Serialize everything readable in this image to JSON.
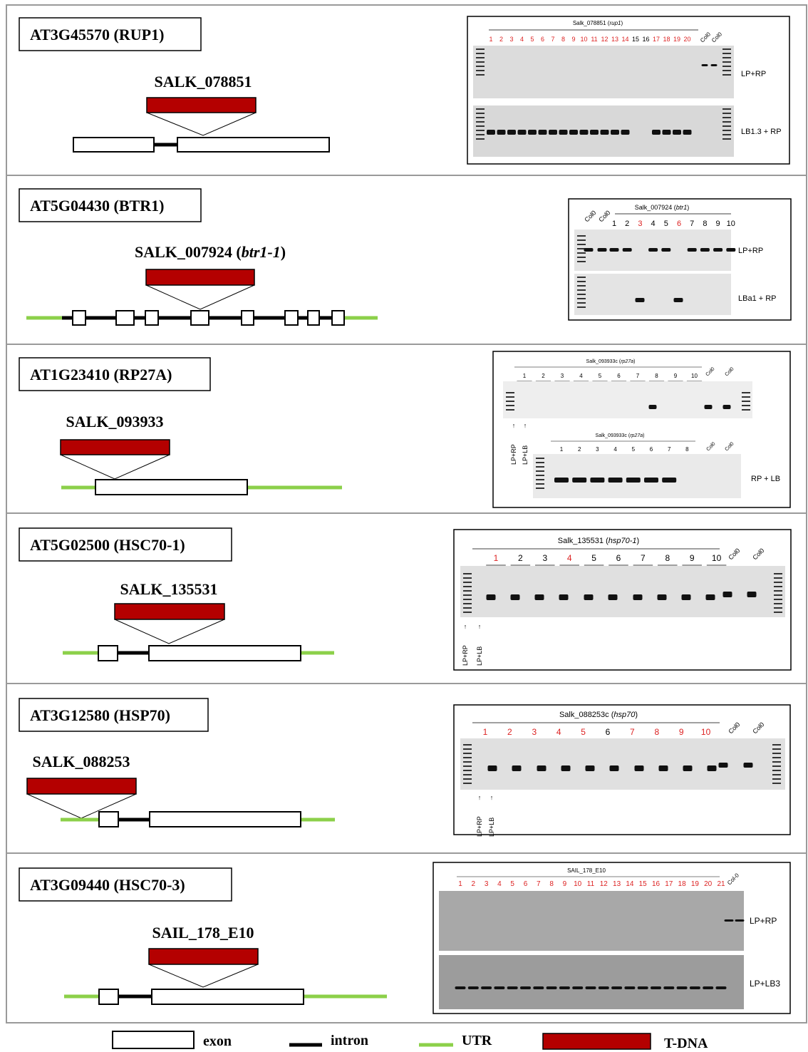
{
  "colors": {
    "tdna": "#b40000",
    "utr": "#8cd04a",
    "red_lane": "#dd2222",
    "gel_bg": "#e2e2e2",
    "gel_band": "#111111"
  },
  "panels": [
    {
      "gene": "AT3G45570 (RUP1)",
      "insert_label": "SALK_078851",
      "insert_italic": "",
      "insert_suffix": "",
      "gel_title": "Salk_078851",
      "gel_title_italic": "rup1",
      "lanes": [
        "1",
        "2",
        "3",
        "4",
        "5",
        "6",
        "7",
        "8",
        "9",
        "10",
        "11",
        "12",
        "13",
        "14",
        "15",
        "16",
        "17",
        "18",
        "19",
        "20"
      ],
      "lane_red": [
        1,
        1,
        1,
        1,
        1,
        1,
        1,
        1,
        1,
        1,
        1,
        1,
        1,
        1,
        0,
        0,
        1,
        1,
        1,
        1
      ],
      "controls": [
        "Col0",
        "Col0"
      ],
      "primers": [
        "LP+RP",
        "LB1.3 + RP"
      ]
    },
    {
      "gene": "AT5G04430 (BTR1)",
      "insert_label": "SALK_007924 (",
      "insert_italic": "btr1-1",
      "insert_suffix": ")",
      "gel_title": "Salk_007924",
      "gel_title_italic": "btr1",
      "lanes": [
        "1",
        "2",
        "3",
        "4",
        "5",
        "6",
        "7",
        "8",
        "9",
        "10"
      ],
      "lane_red": [
        0,
        0,
        1,
        0,
        0,
        1,
        0,
        0,
        0,
        0
      ],
      "controls": [
        "Col0",
        "Col0"
      ],
      "primers": [
        "LP+RP",
        "LBa1 + RP"
      ]
    },
    {
      "gene": "AT1G23410 (RP27A)",
      "insert_label": "SALK_093933",
      "insert_italic": "",
      "insert_suffix": "",
      "gel_title": "Salk_093933c",
      "gel_title_italic": "rp27a",
      "lanes": [
        "1",
        "2",
        "3",
        "4",
        "5",
        "6",
        "7",
        "8",
        "9",
        "10"
      ],
      "lanes_b": [
        "1",
        "2",
        "3",
        "4",
        "5",
        "6",
        "7",
        "8"
      ],
      "controls": [
        "Col0",
        "Col0"
      ],
      "arrow_labels": [
        "LP+RP",
        "LP+LB"
      ],
      "primers": [
        "RP + LB"
      ]
    },
    {
      "gene": "AT5G02500 (HSC70-1)",
      "insert_label": "SALK_135531",
      "insert_italic": "",
      "insert_suffix": "",
      "gel_title": "Salk_135531",
      "gel_title_italic": "hsp70-1",
      "lanes": [
        "1",
        "2",
        "3",
        "4",
        "5",
        "6",
        "7",
        "8",
        "9",
        "10"
      ],
      "lane_red": [
        1,
        0,
        0,
        1,
        0,
        0,
        0,
        0,
        0,
        0
      ],
      "controls": [
        "Col0",
        "Col0"
      ],
      "arrow_labels": [
        "LP+RP",
        "LP+LB"
      ]
    },
    {
      "gene": "AT3G12580 (HSP70)",
      "insert_label": "SALK_088253",
      "insert_italic": "",
      "insert_suffix": "",
      "gel_title": "Salk_088253c",
      "gel_title_italic": "hsp70",
      "lanes": [
        "1",
        "2",
        "3",
        "4",
        "5",
        "6",
        "7",
        "8",
        "9",
        "10"
      ],
      "lane_red": [
        1,
        1,
        1,
        1,
        1,
        0,
        1,
        1,
        1,
        1
      ],
      "controls": [
        "Col0",
        "Col0"
      ],
      "arrow_labels": [
        "LP+RP",
        "LP+LB"
      ]
    },
    {
      "gene": "AT3G09440 (HSC70-3)",
      "insert_label": "SAIL_178_E10",
      "insert_italic": "",
      "insert_suffix": "",
      "gel_title": "SAIL_178_E10",
      "gel_title_italic": "",
      "lanes": [
        "1",
        "2",
        "3",
        "4",
        "5",
        "6",
        "7",
        "8",
        "9",
        "10",
        "11",
        "12",
        "13",
        "14",
        "15",
        "16",
        "17",
        "18",
        "19",
        "20",
        "21"
      ],
      "lane_red": [
        1,
        1,
        1,
        1,
        1,
        1,
        1,
        1,
        1,
        1,
        1,
        1,
        1,
        1,
        1,
        1,
        1,
        1,
        1,
        1,
        1
      ],
      "controls": [
        "Col-0"
      ],
      "primers": [
        "LP+RP",
        "LP+LB3"
      ]
    }
  ],
  "legend": {
    "exon": "exon",
    "intron": "intron",
    "utr": "UTR",
    "tdna": "T-DNA"
  }
}
